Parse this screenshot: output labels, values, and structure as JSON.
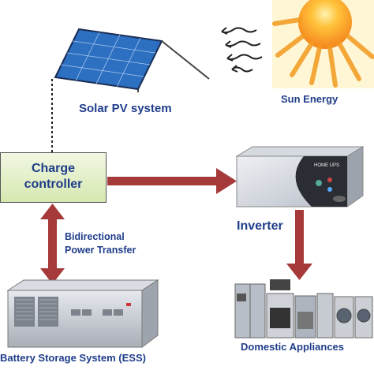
{
  "labels": {
    "solar_pv": "Solar PV system",
    "sun_energy": "Sun Energy",
    "charge_controller": "Charge\ncontroller",
    "inverter": "Inverter",
    "bidirectional_line1": "Bidirectional",
    "bidirectional_line2": "Power Transfer",
    "battery_storage": "Battery Storage System (ESS)",
    "domestic_appliances": "Domestic Appliances"
  },
  "inverter_brand": "HOME UPS",
  "colors": {
    "label_text": "#1f3d8a",
    "arrow": "#a63a3a",
    "panel_cell": "#2d6fc0",
    "sun": "#f5a623",
    "controller_fill": "#e3efc8"
  },
  "icons": [
    "solar-panel-icon",
    "sun-icon",
    "inverter-icon",
    "battery-container-icon",
    "appliances-icon"
  ]
}
